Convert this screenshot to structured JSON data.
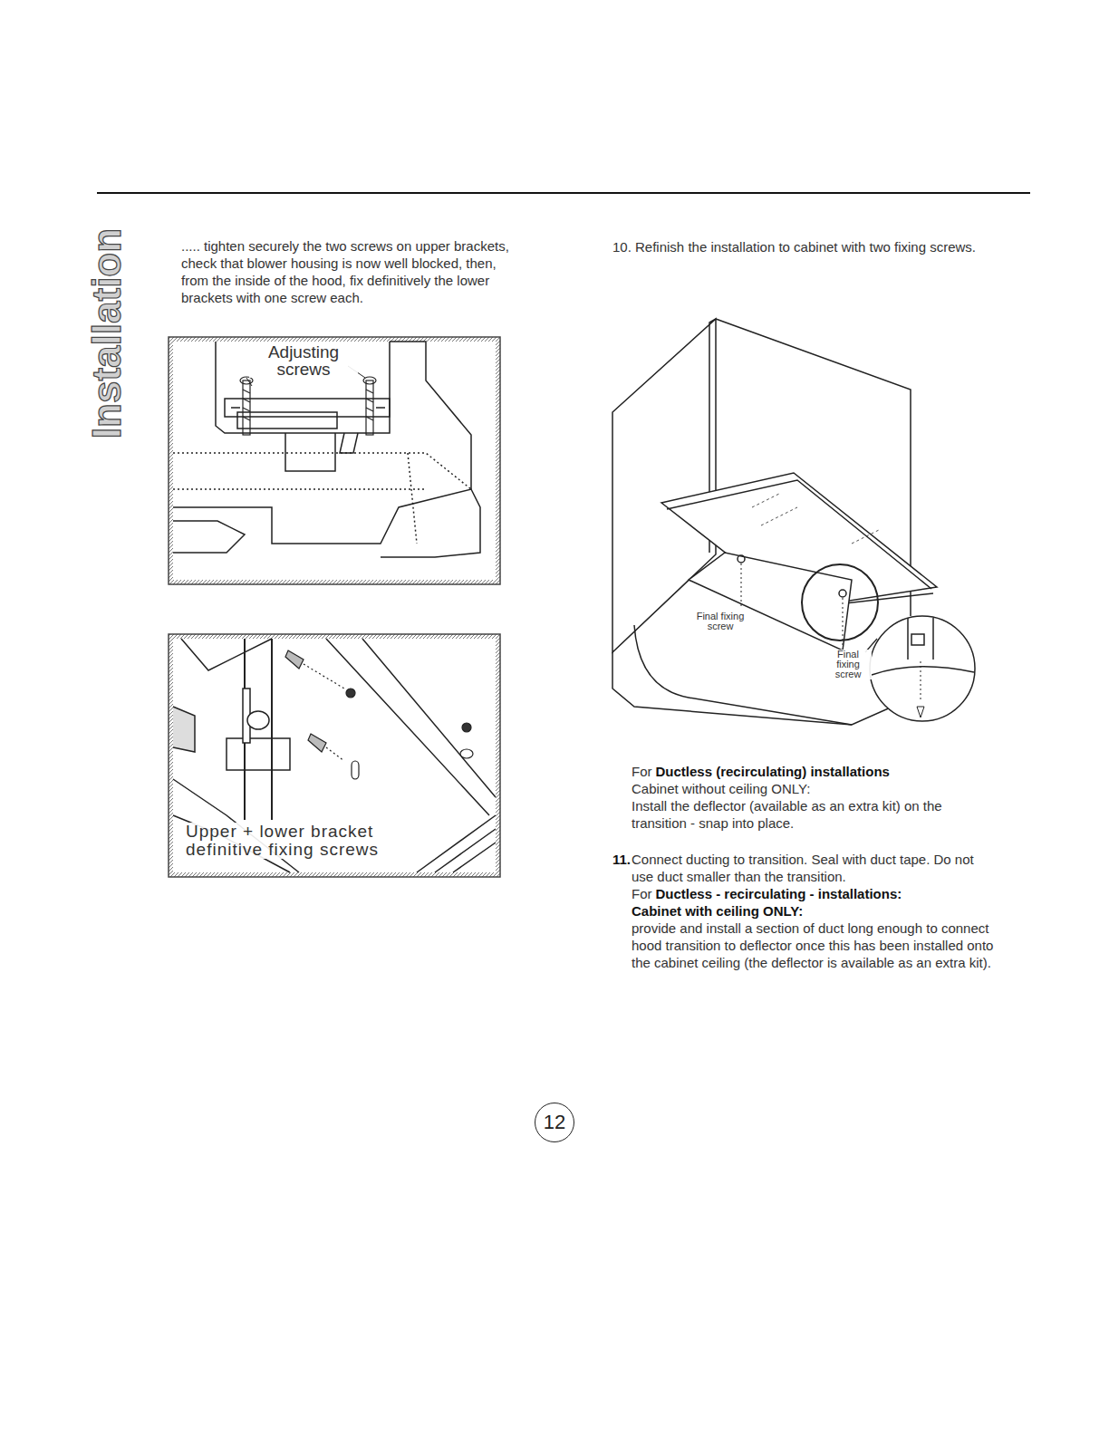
{
  "diagram": {
    "title": "Installation",
    "nodes": [
      {
        "text": [
          "12"
        ]
      }
    ],
    "labels": [
      "..... tighten securely the two screws on upper brackets, check that blower housing is now well blocked, then, from the inside of the hood, fix definitively the lower brackets with one screw each.",
      "Adjusting screws",
      "Upper + lower bracket definitive fixing screws",
      "10. Refinish the installation to cabinet with two fixing screws.",
      "Final fixing screw",
      "Final fixing screw",
      "For",
      "Ductless (recirculating) installations",
      "Cabinet without ceiling ONLY:",
      "Install the deflector (available as an extra kit) on the transition - snap into place.",
      "11.",
      "Connect ducting to transition. Seal with duct tape. Do not use duct smaller than the transition.",
      "For",
      "Ductless - recirculating - installations:",
      "Cabinet with ceiling ONLY:",
      "provide and install a section of duct long enough to connect hood transition to deflector once this has been installed onto the cabinet ceiling (the deflector is available as an extra kit)."
    ]
  }
}
